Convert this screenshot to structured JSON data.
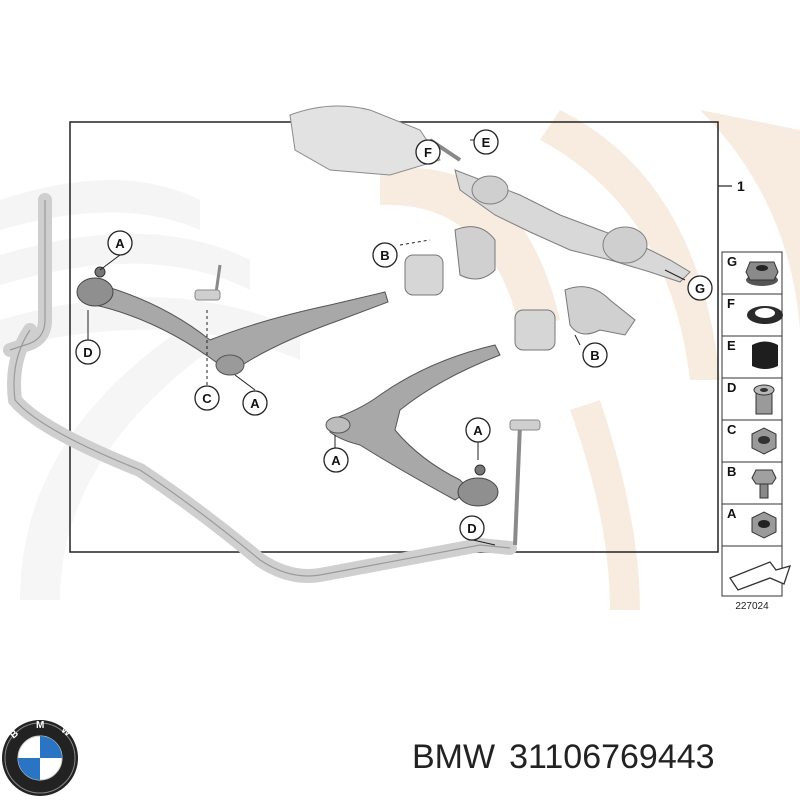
{
  "diagram": {
    "callout_main": "1",
    "ref_number": "227024",
    "callouts": {
      "a1": "A",
      "a2": "A",
      "a3": "A",
      "a4": "A",
      "b1": "B",
      "b2": "B",
      "c1": "C",
      "d1": "D",
      "d2": "D",
      "e1": "E",
      "f1": "F",
      "g1": "G"
    },
    "legend": [
      {
        "letter": "G",
        "icon": "nut-flange-icon"
      },
      {
        "letter": "F",
        "icon": "seal-ring-icon"
      },
      {
        "letter": "E",
        "icon": "cap-icon"
      },
      {
        "letter": "D",
        "icon": "bushing-nut-icon"
      },
      {
        "letter": "C",
        "icon": "hex-nut-icon"
      },
      {
        "letter": "B",
        "icon": "bolt-icon"
      },
      {
        "letter": "A",
        "icon": "lock-nut-icon"
      }
    ]
  },
  "logo": {
    "text": "BMW"
  },
  "caption": {
    "brand": "BMW",
    "part_number": "31106769443"
  }
}
